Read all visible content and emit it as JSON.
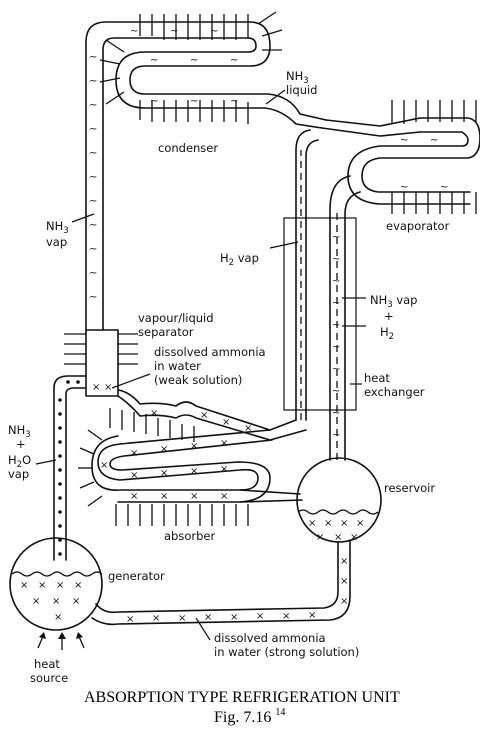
{
  "labels": {
    "nh3_liquid_1": "NH",
    "nh3_liquid_sub": "3",
    "nh3_liquid_2": "liquid",
    "condenser": "condenser",
    "evaporator": "evaporator",
    "h2vap_1": "H",
    "h2vap_sub": "2",
    "h2vap_2": " vap",
    "nh3vap_left_1": "NH",
    "nh3vap_left_sub": "3",
    "nh3vap_left_2": "vap",
    "nh3vap_right_1": "NH",
    "nh3vap_right_sub": "3",
    "nh3vap_right_2": " vap",
    "plus_right": "+",
    "h2_right_1": "H",
    "h2_right_sub": "2",
    "separator_1": "vapour/liquid",
    "separator_2": "separator",
    "weak_1": "dissolved ammonia",
    "weak_2": "in water",
    "weak_3": "(weak solution)",
    "hx_1": "heat",
    "hx_2": "exchanger",
    "nh3h2o_1": "NH",
    "nh3h2o_sub1": "3",
    "nh3h2o_plus": "+",
    "nh3h2o_2": "H",
    "nh3h2o_sub2": "2",
    "nh3h2o_3": "O",
    "nh3h2o_4": "vap",
    "reservoir": "reservoir",
    "absorber": "absorber",
    "generator": "generator",
    "heat_source_1": "heat",
    "heat_source_2": "source",
    "strong_1": "dissolved ammonia",
    "strong_2": "in water (strong solution)"
  },
  "caption": {
    "title": "ABSORPTION TYPE REFRIGERATION UNIT",
    "fig": "Fig. 7.16",
    "ref": "14"
  }
}
